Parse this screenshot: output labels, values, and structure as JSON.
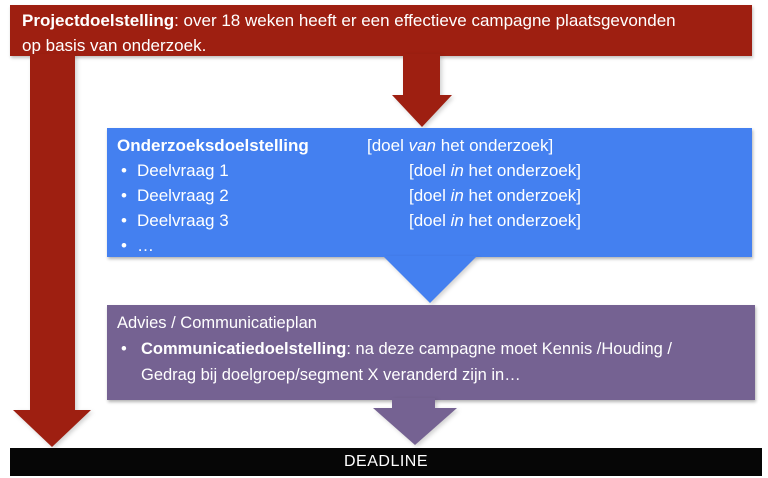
{
  "colors": {
    "banner_red": "#9E1F11",
    "research_blue": "#4480F0",
    "advice_purple": "#756292",
    "deadline_black": "#060606",
    "text_white": "#FFFFFF"
  },
  "bullet_char": "•",
  "banner": {
    "bold": "Projectdoelstelling",
    "line1_rest": ": over 18 weken heeft er een effectieve campagne plaatsgevonden",
    "line2": "op basis van onderzoek."
  },
  "research": {
    "title": "Onderzoeksdoelstelling",
    "title_bracket_pre": "[doel ",
    "title_bracket_italic": "van",
    "title_bracket_post": " het onderzoek]",
    "item_bracket_pre": "[doel ",
    "item_bracket_italic": "in",
    "item_bracket_post": " het onderzoek]",
    "items": [
      {
        "label": "Deelvraag 1"
      },
      {
        "label": "Deelvraag 2"
      },
      {
        "label": "Deelvraag 3"
      }
    ],
    "ellipsis": "…"
  },
  "advice": {
    "title": "Advies / Communicatieplan",
    "bullet_bold": "Communicatiedoelstelling",
    "bullet_line1_rest": ": na deze campagne moet Kennis /Houding /",
    "bullet_line2": "Gedrag bij doelgroep/segment X veranderd zijn in…"
  },
  "deadline": {
    "label": "DEADLINE"
  }
}
